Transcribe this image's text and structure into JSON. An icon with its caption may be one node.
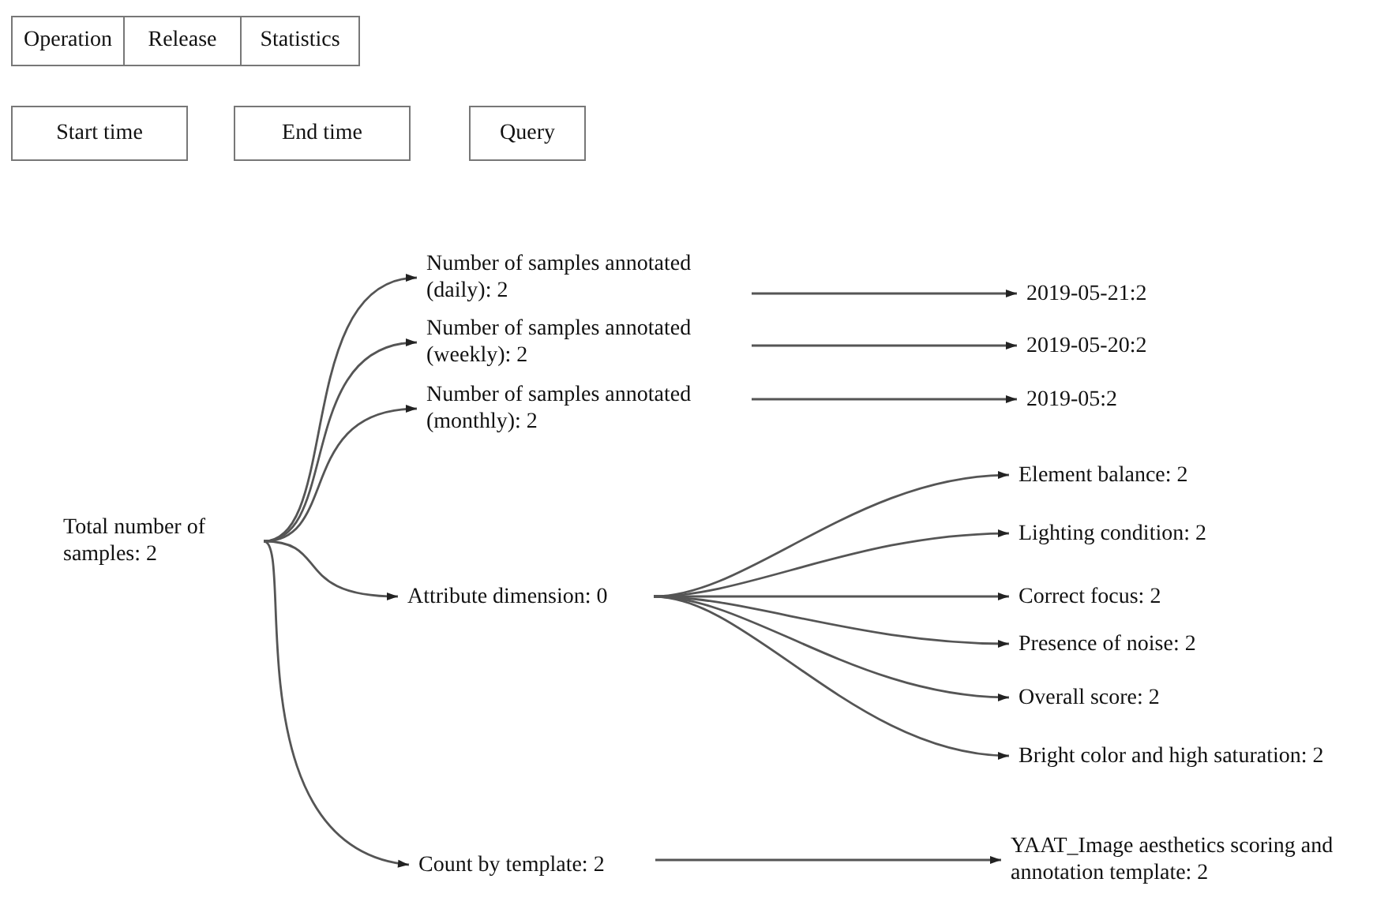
{
  "diagram": {
    "nodes": [
      {
        "text": [
          "Operation"
        ]
      },
      {
        "text": [
          "Release"
        ]
      },
      {
        "text": [
          "Statistics"
        ]
      },
      {
        "text": [
          "Start time"
        ]
      },
      {
        "text": [
          "End time"
        ]
      },
      {
        "text": [
          "Query"
        ]
      },
      {
        "text": [
          "Total number of samples: 2"
        ]
      },
      {
        "text": [
          "Number of samples annotated (daily): 2"
        ]
      },
      {
        "text": [
          "Number of samples annotated (weekly): 2"
        ]
      },
      {
        "text": [
          "Number of samples annotated (monthly): 2"
        ]
      },
      {
        "text": [
          "2019-05-21:2"
        ]
      },
      {
        "text": [
          "2019-05-20:2"
        ]
      },
      {
        "text": [
          "2019-05:2"
        ]
      },
      {
        "text": [
          "Attribute dimension: 0"
        ]
      },
      {
        "text": [
          "Element balance: 2"
        ]
      },
      {
        "text": [
          "Lighting condition: 2"
        ]
      },
      {
        "text": [
          "Correct focus: 2"
        ]
      },
      {
        "text": [
          "Presence of noise: 2"
        ]
      },
      {
        "text": [
          "Overall score: 2"
        ]
      },
      {
        "text": [
          "Bright color and high saturation: 2"
        ]
      },
      {
        "text": [
          "Count by template: 2"
        ]
      },
      {
        "text": [
          "YAAT_Image aesthetics scoring and annotation template: 2"
        ]
      }
    ],
    "edges": [
      {
        "from": 6,
        "to": 7,
        "arrow": "to"
      },
      {
        "from": 6,
        "to": 8,
        "arrow": "to"
      },
      {
        "from": 6,
        "to": 9,
        "arrow": "to"
      },
      {
        "from": 6,
        "to": 13,
        "arrow": "to"
      },
      {
        "from": 6,
        "to": 20,
        "arrow": "to"
      },
      {
        "from": 7,
        "to": 10,
        "arrow": "to"
      },
      {
        "from": 8,
        "to": 11,
        "arrow": "to"
      },
      {
        "from": 9,
        "to": 12,
        "arrow": "to"
      },
      {
        "from": 13,
        "to": 14,
        "arrow": "to"
      },
      {
        "from": 13,
        "to": 15,
        "arrow": "to"
      },
      {
        "from": 13,
        "to": 16,
        "arrow": "to"
      },
      {
        "from": 13,
        "to": 17,
        "arrow": "to"
      },
      {
        "from": 13,
        "to": 18,
        "arrow": "to"
      },
      {
        "from": 13,
        "to": 19,
        "arrow": "to"
      },
      {
        "from": 20,
        "to": 21,
        "arrow": "to"
      }
    ]
  }
}
